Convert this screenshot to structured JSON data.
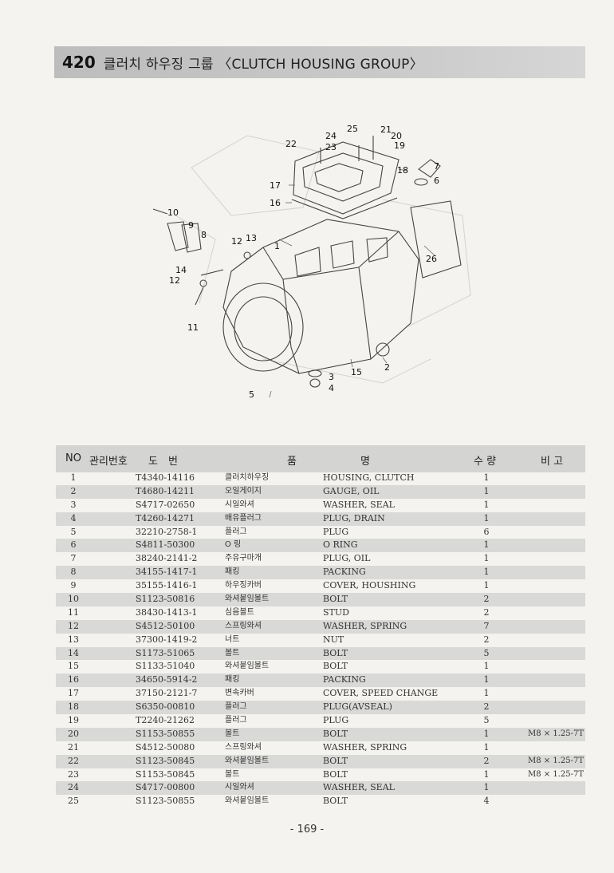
{
  "header": {
    "number": "420",
    "title": "클러치 하우징 그룹 〈CLUTCH HOUSING GROUP〉"
  },
  "diagram": {
    "callouts": [
      "25",
      "21",
      "20",
      "24",
      "22",
      "23",
      "19",
      "18",
      "7",
      "6",
      "17",
      "16",
      "10",
      "9",
      "8",
      "12",
      "13",
      "1",
      "26",
      "14",
      "12",
      "11",
      "15",
      "2",
      "3",
      "4",
      "5"
    ]
  },
  "table": {
    "headers": {
      "no": "NO",
      "mgmt": "관리번호",
      "drawing": "도　번",
      "name": "품",
      "name2": "명",
      "qty": "수 량",
      "remark": "비 고"
    },
    "rows": [
      {
        "no": "1",
        "part": "T4340-14116",
        "kor": "클러치하우징",
        "desc": "HOUSING, CLUTCH",
        "qty": "1",
        "remark": ""
      },
      {
        "no": "2",
        "part": "T4680-14211",
        "kor": "오일게이지",
        "desc": "GAUGE, OIL",
        "qty": "1",
        "remark": ""
      },
      {
        "no": "3",
        "part": "S4717-02650",
        "kor": "시일와셔",
        "desc": "WASHER, SEAL",
        "qty": "1",
        "remark": ""
      },
      {
        "no": "4",
        "part": "T4260-14271",
        "kor": "배유플러그",
        "desc": "PLUG, DRAIN",
        "qty": "1",
        "remark": ""
      },
      {
        "no": "5",
        "part": "32210-2758-1",
        "kor": "플러그",
        "desc": "PLUG",
        "qty": "6",
        "remark": ""
      },
      {
        "no": "6",
        "part": "S4811-50300",
        "kor": "O 링",
        "desc": "O RING",
        "qty": "1",
        "remark": ""
      },
      {
        "no": "7",
        "part": "38240-2141-2",
        "kor": "주유구마개",
        "desc": "PLUG, OIL",
        "qty": "1",
        "remark": ""
      },
      {
        "no": "8",
        "part": "34155-1417-1",
        "kor": "패킹",
        "desc": "PACKING",
        "qty": "1",
        "remark": ""
      },
      {
        "no": "9",
        "part": "35155-1416-1",
        "kor": "하우징카버",
        "desc": "COVER, HOUSHING",
        "qty": "1",
        "remark": ""
      },
      {
        "no": "10",
        "part": "S1123-50816",
        "kor": "와셔붙임볼트",
        "desc": "BOLT",
        "qty": "2",
        "remark": ""
      },
      {
        "no": "11",
        "part": "38430-1413-1",
        "kor": "심음볼트",
        "desc": "STUD",
        "qty": "2",
        "remark": ""
      },
      {
        "no": "12",
        "part": "S4512-50100",
        "kor": "스프링와셔",
        "desc": "WASHER, SPRING",
        "qty": "7",
        "remark": ""
      },
      {
        "no": "13",
        "part": "37300-1419-2",
        "kor": "너트",
        "desc": "NUT",
        "qty": "2",
        "remark": ""
      },
      {
        "no": "14",
        "part": "S1173-51065",
        "kor": "볼트",
        "desc": "BOLT",
        "qty": "5",
        "remark": ""
      },
      {
        "no": "15",
        "part": "S1133-51040",
        "kor": "와셔붙임볼트",
        "desc": "BOLT",
        "qty": "1",
        "remark": ""
      },
      {
        "no": "16",
        "part": "34650-5914-2",
        "kor": "패킹",
        "desc": "PACKING",
        "qty": "1",
        "remark": ""
      },
      {
        "no": "17",
        "part": "37150-2121-7",
        "kor": "변속카버",
        "desc": "COVER, SPEED CHANGE",
        "qty": "1",
        "remark": ""
      },
      {
        "no": "18",
        "part": "S6350-00810",
        "kor": "플러그",
        "desc": "PLUG(AVSEAL)",
        "qty": "2",
        "remark": ""
      },
      {
        "no": "19",
        "part": "T2240-21262",
        "kor": "플러그",
        "desc": "PLUG",
        "qty": "5",
        "remark": ""
      },
      {
        "no": "20",
        "part": "S1153-50855",
        "kor": "볼트",
        "desc": "BOLT",
        "qty": "1",
        "remark": "M8 × 1.25-7T"
      },
      {
        "no": "21",
        "part": "S4512-50080",
        "kor": "스프링와셔",
        "desc": "WASHER, SPRING",
        "qty": "1",
        "remark": ""
      },
      {
        "no": "22",
        "part": "S1123-50845",
        "kor": "와셔붙임볼트",
        "desc": "BOLT",
        "qty": "2",
        "remark": "M8 × 1.25-7T"
      },
      {
        "no": "23",
        "part": "S1153-50845",
        "kor": "볼트",
        "desc": "BOLT",
        "qty": "1",
        "remark": "M8 × 1.25-7T"
      },
      {
        "no": "24",
        "part": "S4717-00800",
        "kor": "시일와셔",
        "desc": "WASHER, SEAL",
        "qty": "1",
        "remark": ""
      },
      {
        "no": "25",
        "part": "S1123-50855",
        "kor": "와셔붙임볼트",
        "desc": "BOLT",
        "qty": "4",
        "remark": ""
      }
    ]
  },
  "footer": {
    "page": "- 169 -"
  }
}
